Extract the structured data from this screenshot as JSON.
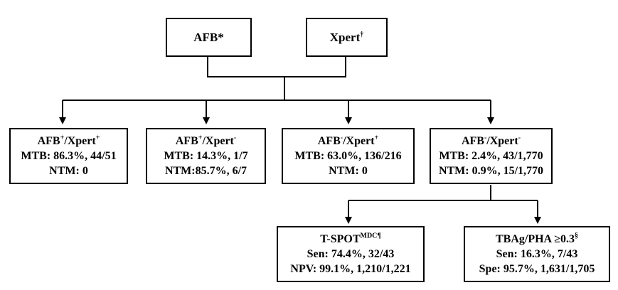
{
  "top": {
    "afb": {
      "label": "AFB",
      "mark": "*"
    },
    "xpert": {
      "label": "Xpert",
      "mark": "†"
    }
  },
  "groups": [
    {
      "title_a": "AFB",
      "sup_a": "+",
      "title_b": "/Xpert",
      "sup_b": "+",
      "line1": "MTB: 86.3%, 44/51",
      "line2": "NTM: 0"
    },
    {
      "title_a": "AFB",
      "sup_a": "+",
      "title_b": "/Xpert",
      "sup_b": "-",
      "line1": "MTB: 14.3%, 1/7",
      "line2": "NTM:85.7%, 6/7"
    },
    {
      "title_a": "AFB",
      "sup_a": "-",
      "title_b": "/Xpert",
      "sup_b": "+",
      "line1": "MTB: 63.0%, 136/216",
      "line2": "NTM: 0"
    },
    {
      "title_a": "AFB",
      "sup_a": "-",
      "title_b": "/Xpert",
      "sup_b": "-",
      "line1": "MTB: 2.4%, 43/1,770",
      "line2": "NTM: 0.9%, 15/1,770"
    }
  ],
  "tests": [
    {
      "title": "T-SPOT",
      "sup": "MDC¶",
      "line1": "Sen: 74.4%, 32/43",
      "line2": "NPV: 99.1%, 1,210/1,221"
    },
    {
      "title": "TBAg/PHA ≥0.3",
      "sup": "§",
      "line1": "Sen: 16.3%, 7/43",
      "line2": "Spe: 95.7%, 1,631/1,705"
    }
  ]
}
